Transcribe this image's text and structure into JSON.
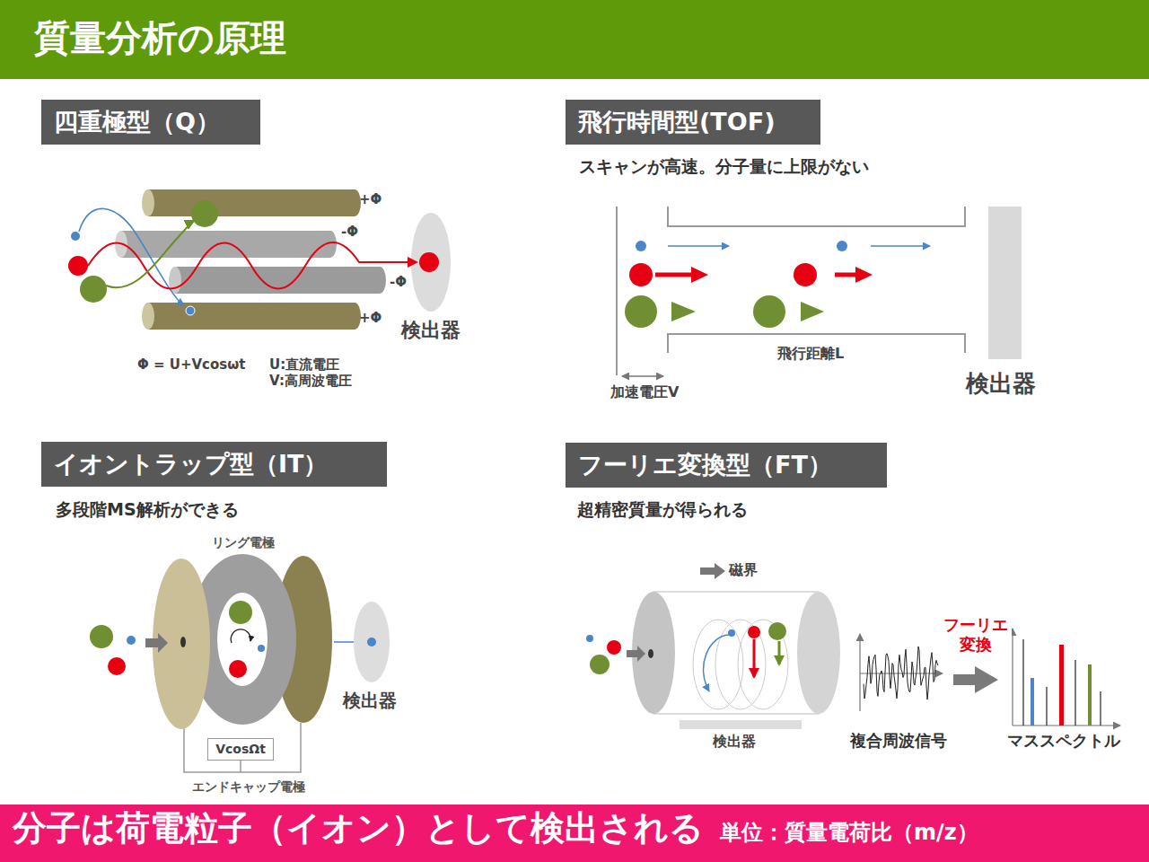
{
  "diagram": {
    "title": "質量分析の原理",
    "caption": "分子は荷電粒子（イオン）として検出される",
    "nodes": [
      {
        "text": [
          "四重極型（Q）"
        ]
      },
      {
        "text": [
          "飛行時間型(TOF)"
        ]
      },
      {
        "text": [
          "イオントラップ型（IT）"
        ]
      },
      {
        "text": [
          "VcosΩt"
        ]
      },
      {
        "text": [
          "フーリエ変換型（FT）"
        ]
      },
      {
        "text": [
          "複合周波信号"
        ]
      },
      {
        "text": [
          "マススペクトル"
        ]
      }
    ],
    "edges": [
      {
        "from": 5,
        "to": 6,
        "arrow": "to",
        "label": "フーリエ 変換"
      }
    ],
    "labels": [
      "スキャンが高速。分子量に上限がない",
      "多段階MS解析ができる",
      "超精密質量が得られる",
      "+Φ",
      "-Φ",
      "-Φ",
      "+Φ",
      "検出器",
      "Φ = U+Vcosωt",
      "U:直流電圧",
      "V:高周波電圧",
      "飛行距離L",
      "加速電圧V",
      "検出器",
      "リング電極",
      "エンドキャップ電極",
      "検出器",
      "磁界",
      "検出器",
      "単位：質量電荷比（m/z）"
    ]
  }
}
